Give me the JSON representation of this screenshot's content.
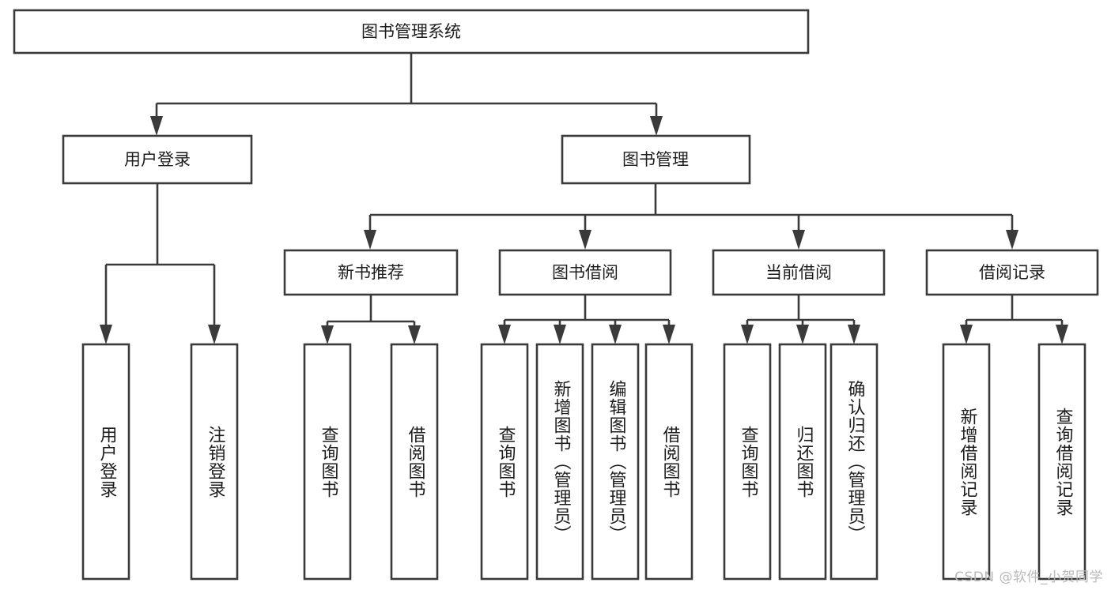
{
  "diagram": {
    "type": "tree",
    "title": "图书管理系统",
    "watermark": "CSDN @软件_小贺同学",
    "colors": {
      "stroke": "#3a3a3a",
      "fill": "#ffffff",
      "text": "#1d1d1d",
      "watermark": "#b9b9b9"
    },
    "root": {
      "label": "图书管理系统"
    },
    "level2": [
      {
        "label": "用户登录"
      },
      {
        "label": "图书管理"
      }
    ],
    "level3": [
      {
        "label": "新书推荐"
      },
      {
        "label": "图书借阅"
      },
      {
        "label": "当前借阅"
      },
      {
        "label": "借阅记录"
      }
    ],
    "leaves": {
      "user_login": [
        {
          "label": "用户登录"
        },
        {
          "label": "注销登录"
        }
      ],
      "new_book_recommend": [
        {
          "label": "查询图书"
        },
        {
          "label": "借阅图书"
        }
      ],
      "book_borrow": [
        {
          "label": "查询图书"
        },
        {
          "label": "新增图书（管理员）"
        },
        {
          "label": "编辑图书（管理员）"
        },
        {
          "label": "借阅图书"
        }
      ],
      "current_borrow": [
        {
          "label": "查询图书"
        },
        {
          "label": "归还图书"
        },
        {
          "label": "确认归还（管理员）"
        }
      ],
      "borrow_record": [
        {
          "label": "新增借阅记录"
        },
        {
          "label": "查询借阅记录"
        }
      ]
    }
  }
}
